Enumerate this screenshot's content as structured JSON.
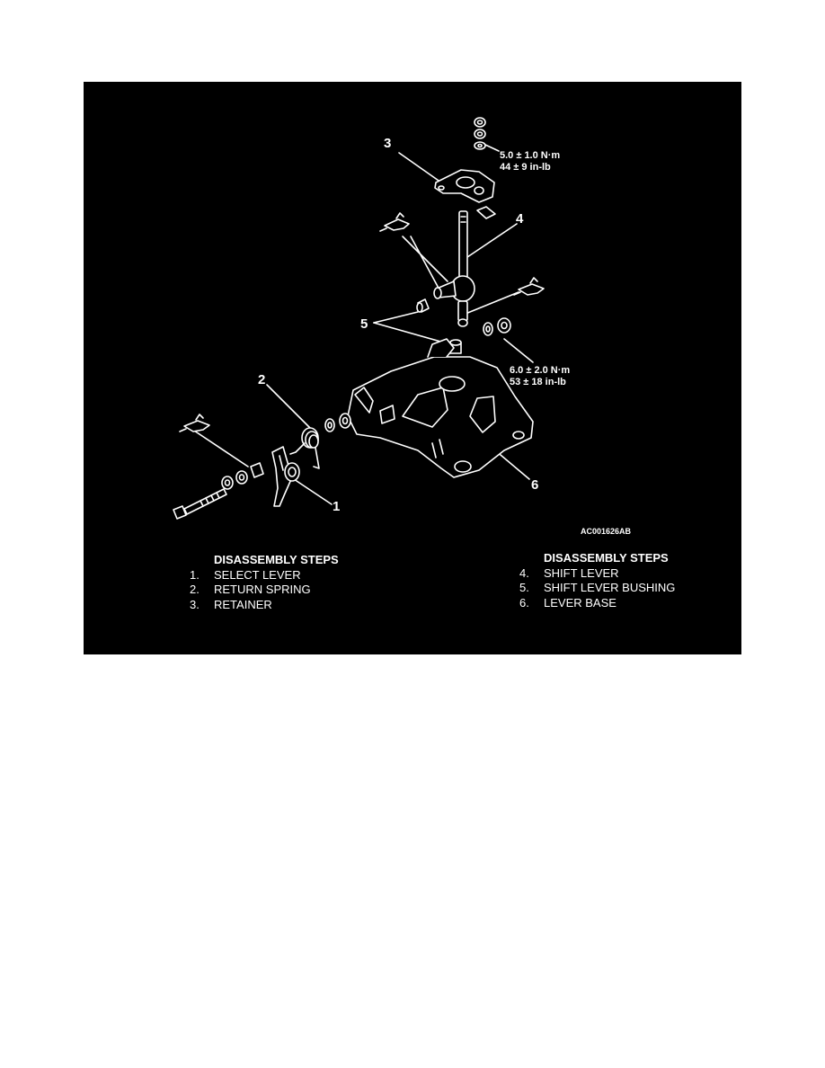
{
  "figure": {
    "code": "AC001626AB",
    "callouts": [
      "1",
      "2",
      "3",
      "4",
      "5",
      "6"
    ],
    "torque_upper": {
      "metric": "5.0 ± 1.0 N·m",
      "imperial": "44 ± 9 in-lb"
    },
    "torque_lower": {
      "metric": "6.0 ± 2.0 N·m",
      "imperial": "53 ± 18 in-lb"
    },
    "icons": [
      "grease-gun-icon"
    ]
  },
  "steps_left": {
    "title": "DISASSEMBLY STEPS",
    "items": [
      {
        "num": "1.",
        "label": "SELECT LEVER"
      },
      {
        "num": "2.",
        "label": "RETURN SPRING"
      },
      {
        "num": "3.",
        "label": "RETAINER"
      }
    ]
  },
  "steps_right": {
    "title": "DISASSEMBLY STEPS",
    "items": [
      {
        "num": "4.",
        "label": "SHIFT LEVER"
      },
      {
        "num": "5.",
        "label": "SHIFT LEVER BUSHING"
      },
      {
        "num": "6.",
        "label": "LEVER BASE"
      }
    ]
  }
}
